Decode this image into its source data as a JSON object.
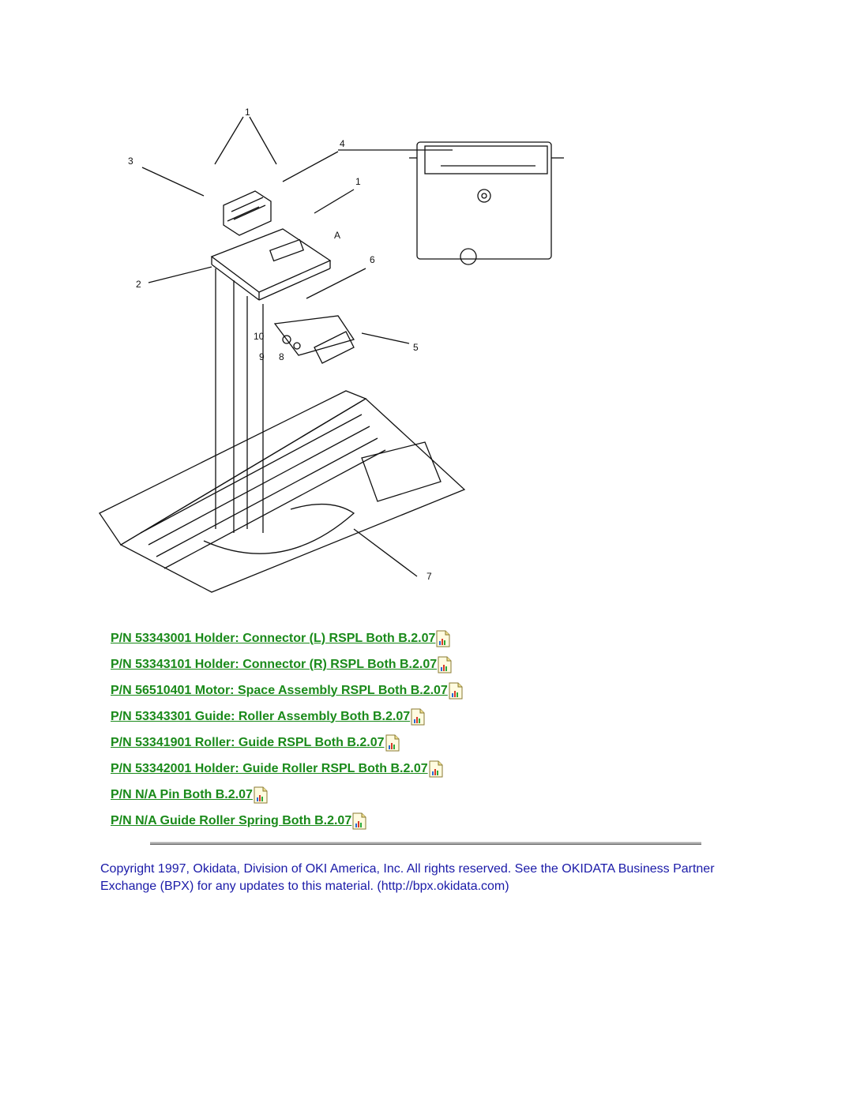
{
  "figure": {
    "callouts": [
      "1",
      "4",
      "3",
      "1",
      "A",
      "6",
      "2",
      "10",
      "9",
      "8",
      "5",
      "7"
    ]
  },
  "parts": [
    {
      "label": "P/N 53343001 Holder: Connector (L) RSPL Both B.2.07"
    },
    {
      "label": "P/N 53343101 Holder: Connector (R) RSPL Both B.2.07"
    },
    {
      "label": "P/N 56510401 Motor: Space Assembly RSPL Both B.2.07"
    },
    {
      "label": "P/N 53343301 Guide: Roller Assembly Both B.2.07"
    },
    {
      "label": "P/N 53341901 Roller: Guide RSPL Both B.2.07"
    },
    {
      "label": "P/N 53342001 Holder: Guide Roller RSPL Both B.2.07"
    },
    {
      "label": "P/N N/A Pin Both B.2.07"
    },
    {
      "label": "P/N N/A Guide Roller Spring Both B.2.07"
    }
  ],
  "copyright": "Copyright 1997, Okidata, Division of OKI America, Inc. All rights reserved. See the OKIDATA Business Partner Exchange (BPX) for any updates to this material. (http://bpx.okidata.com)",
  "colors": {
    "link": "#1a8a1a",
    "text": "#1a1aa8"
  },
  "icons": {
    "part_link": "document-icon"
  }
}
